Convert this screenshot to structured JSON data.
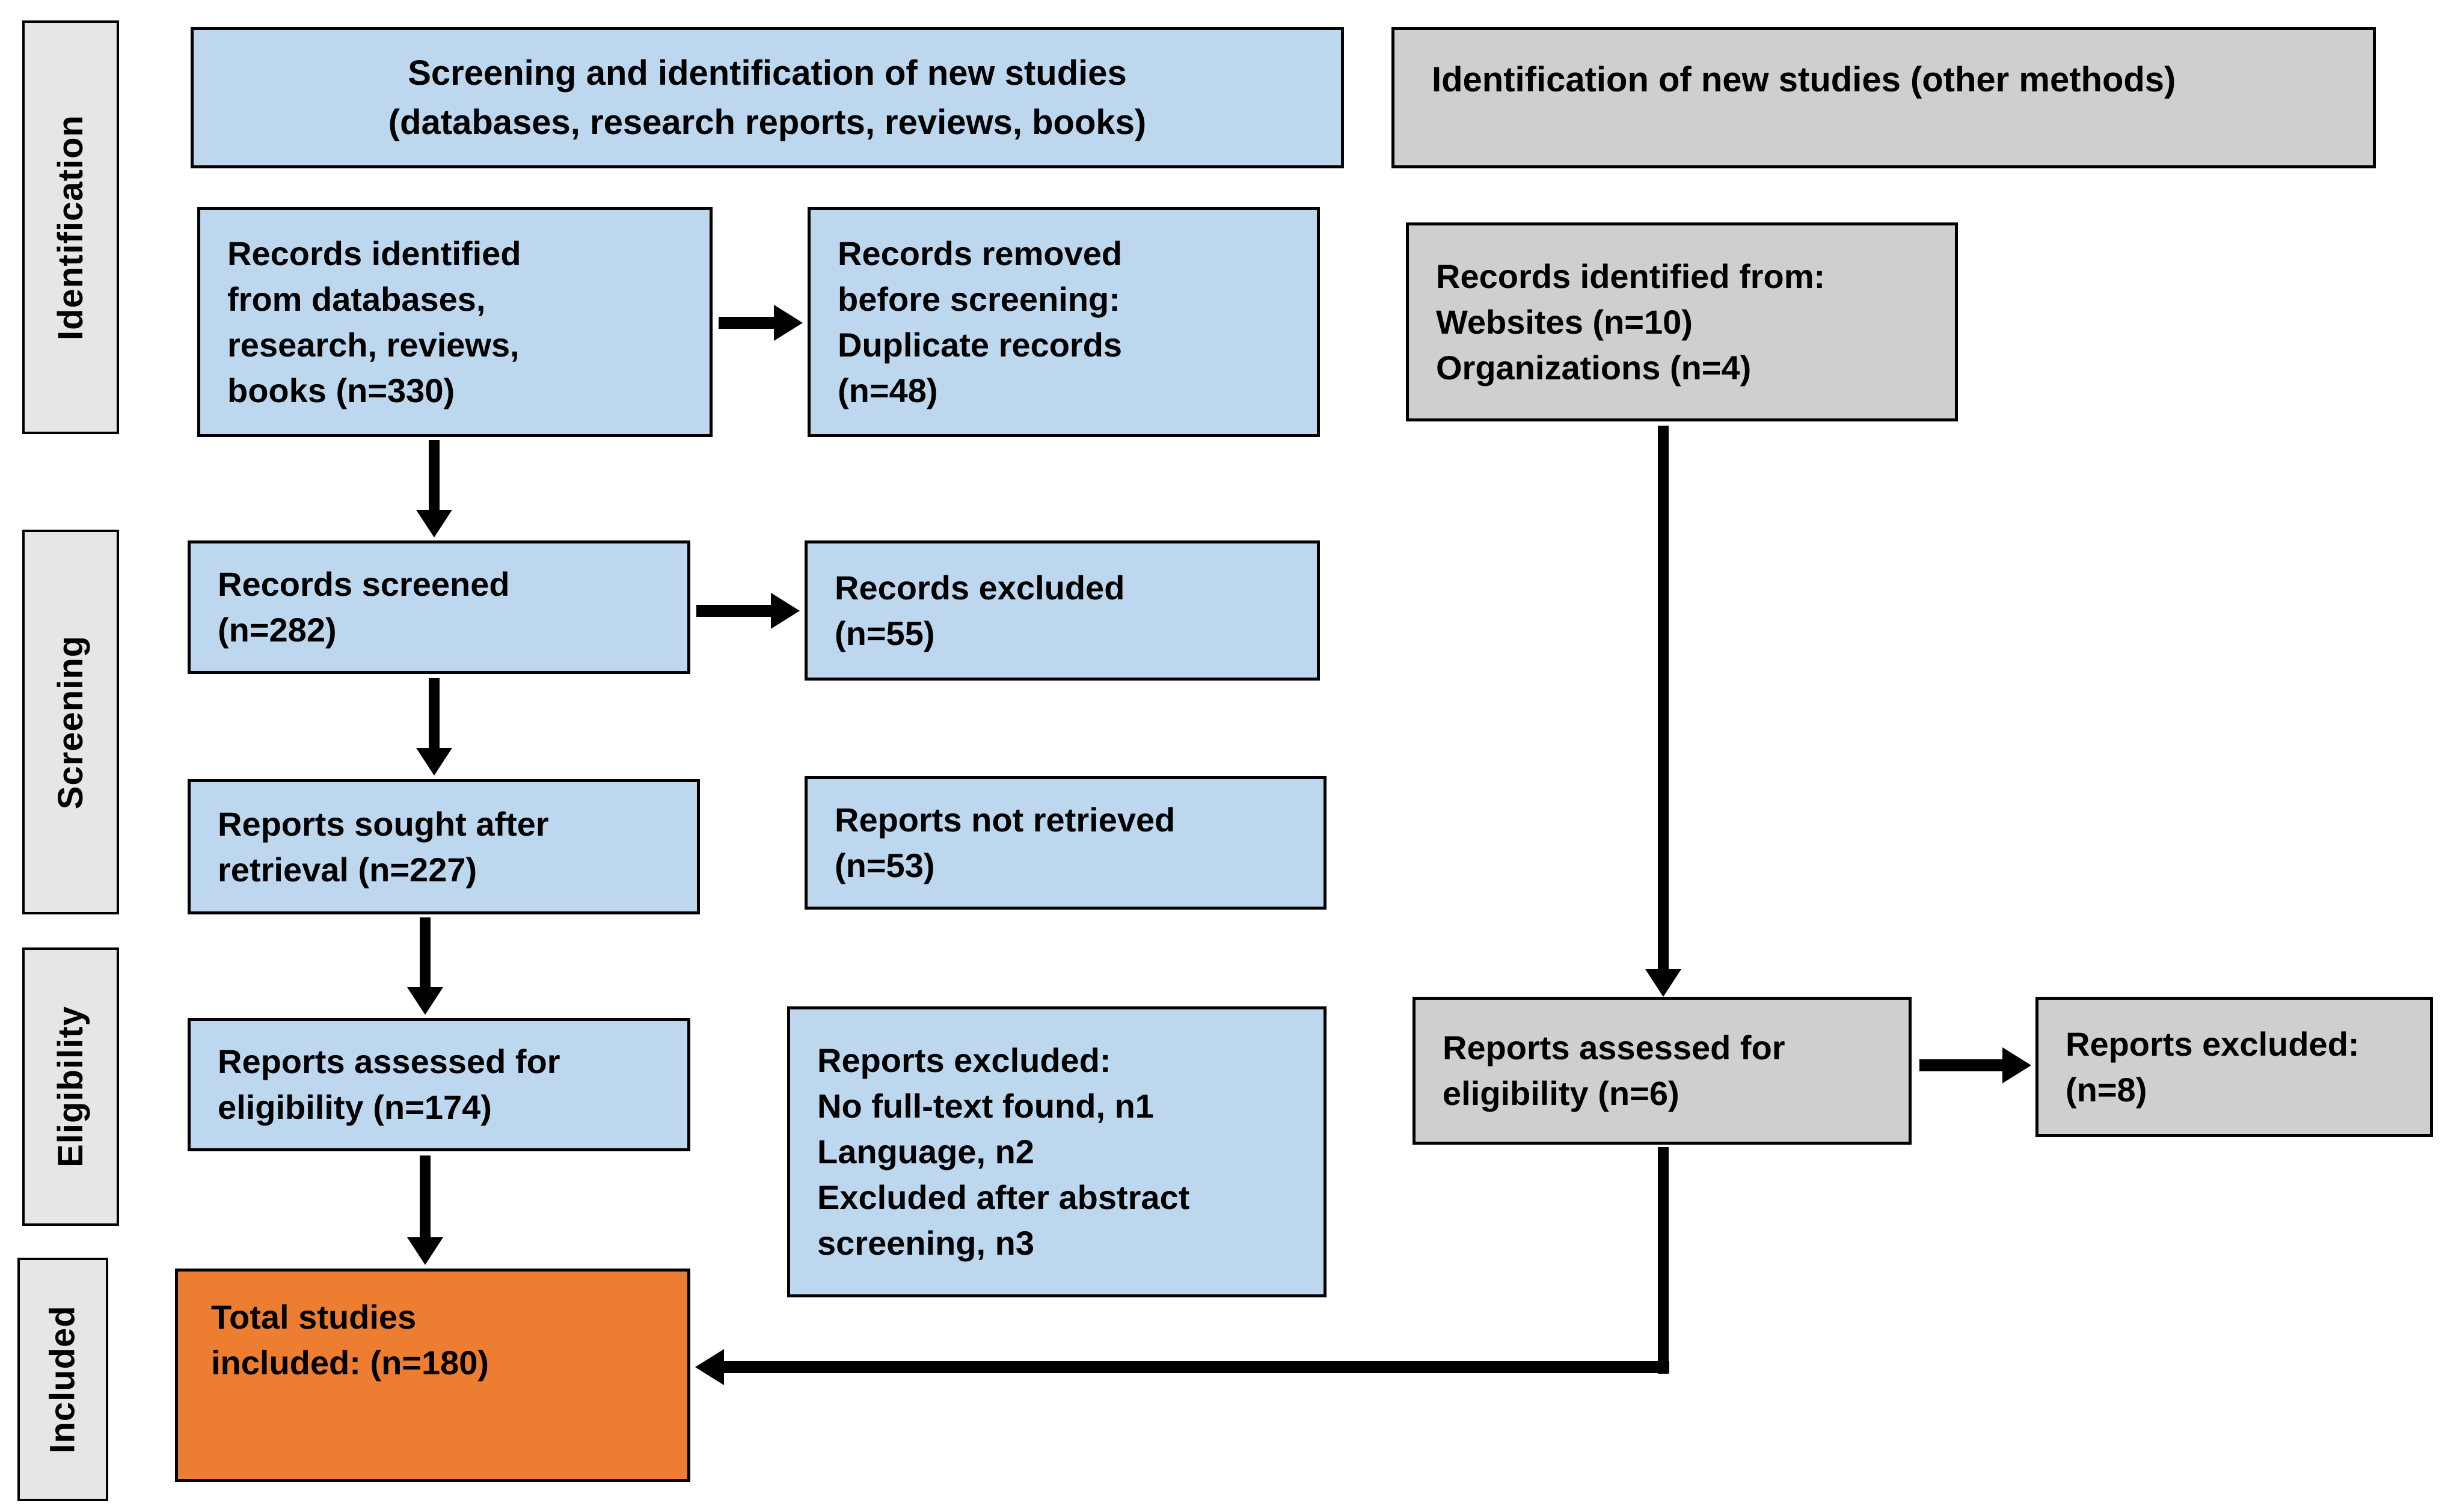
{
  "diagram": {
    "colors": {
      "blue": "#BDD7EE",
      "gray": "#D0CECE",
      "sidebar_gray": "#E7E6E6",
      "orange": "#ED7D31",
      "border": "#000000"
    },
    "sidebar": {
      "identification": "Identification",
      "screening": "Screening",
      "eligibility": "Eligibility",
      "included": "Included"
    },
    "headers": {
      "left": "Screening and identification of new studies\n(databases, research reports, reviews, books)",
      "right": "Identification of new studies (other methods)"
    },
    "boxes": {
      "records_identified": "Records identified\nfrom databases,\nresearch, reviews,\nbooks (n=330)",
      "records_removed": "Records removed\nbefore screening:\nDuplicate records\n(n=48)",
      "records_identified_other": "Records identified from:\nWebsites (n=10)\nOrganizations (n=4)",
      "records_screened": "Records screened\n(n=282)",
      "records_excluded": "Records excluded\n(n=55)",
      "reports_sought": "Reports sought after\nretrieval (n=227)",
      "reports_not_retrieved": "Reports not retrieved\n(n=53)",
      "reports_assessed": "Reports assessed for\neligibility (n=174)",
      "reports_excluded_reasons": "Reports excluded:\nNo full-text found, n1\nLanguage, n2\nExcluded after abstract\nscreening, n3",
      "reports_assessed_other": "Reports assessed for\neligibility (n=6)",
      "reports_excluded_other": "Reports excluded:\n(n=8)",
      "total_included": "Total studies\nincluded: (n=180)"
    }
  }
}
